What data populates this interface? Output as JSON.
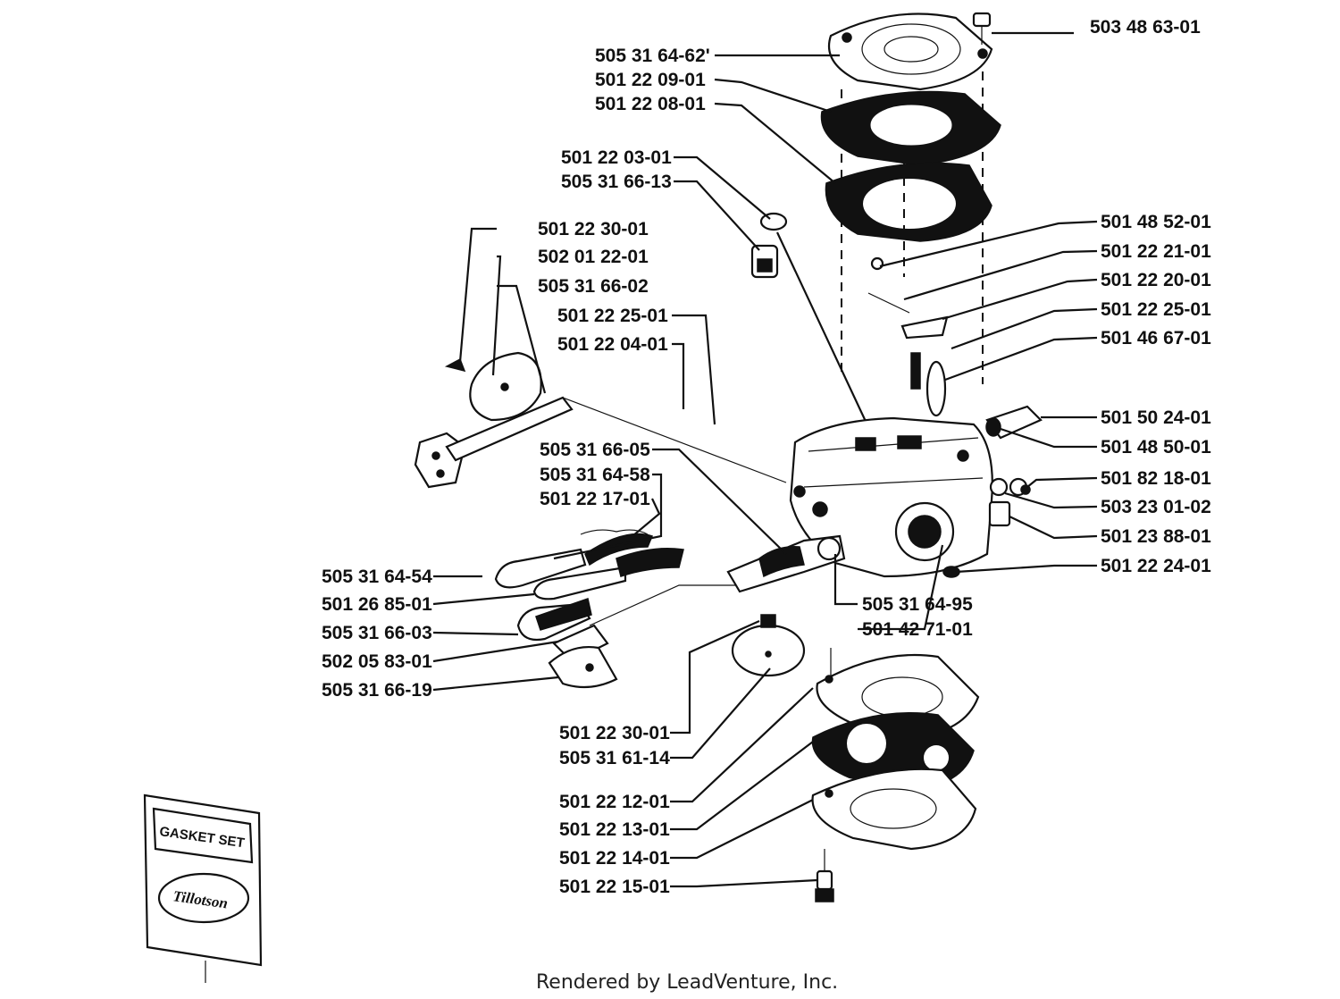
{
  "labels": [
    "503 48 63-01",
    "505 31 64-62'",
    "501 22 09-01",
    "501 22 08-01",
    "501 22 03-01",
    "505 31 66-13",
    "501 22 30-01",
    "502 01 22-01",
    "505 31 66-02",
    "501 22 25-01",
    "501 22 04-01",
    "501 48 52-01",
    "501 22 21-01",
    "501 22 20-01",
    "501 22 25-01",
    "501 46 67-01",
    "501 50 24-01",
    "501 48 50-01",
    "501 82 18-01",
    "503 23 01-02",
    "501 23 88-01",
    "501 22 24-01",
    "505 31 66-05",
    "505 31 64-58",
    "501 22 17-01",
    "505 31 64-54",
    "501 26 85-01",
    "505 31 66-03",
    "502 05 83-01",
    "505 31 66-19",
    "505 31 64-95",
    "501 42 71-01",
    "501 22 30-01",
    "505 31 61-14",
    "501 22 12-01",
    "501 22 13-01",
    "501 22 14-01",
    "501 22 15-01"
  ],
  "package": {
    "title": "GASKET SET",
    "brand": "Tillotson"
  },
  "footer": "Rendered by LeadVenture, Inc."
}
